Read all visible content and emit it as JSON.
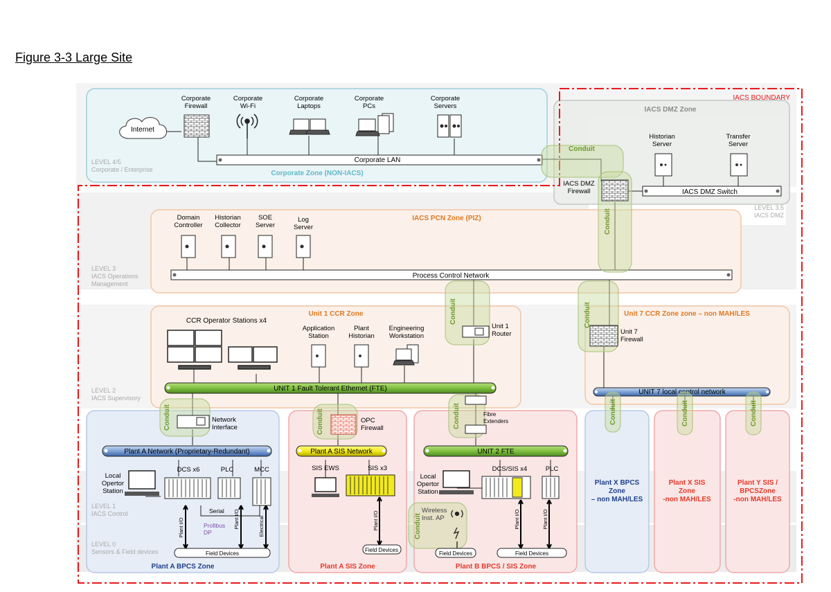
{
  "figure_title": "Figure 3-3 Large Site",
  "boundary": {
    "label": "IACS BOUNDARY"
  },
  "levels": {
    "l45": [
      "LEVEL 4/5",
      "Corporate / Enterprise"
    ],
    "l35": [
      "LEVEL 3.5",
      "IACS DMZ"
    ],
    "l3": [
      "LEVEL 3",
      "IACS Operations",
      "Management"
    ],
    "l2": [
      "LEVEL 2",
      "IACS Supervisory"
    ],
    "l1": [
      "LEVEL 1",
      "IACS Control"
    ],
    "l0": [
      "LEVEL 0",
      "Sensors & Field devices"
    ]
  },
  "zones": {
    "corporate": "Corporate Zone (NON-IACS)",
    "dmz": "IACS DMZ Zone",
    "pcn": "IACS PCN Zone (PIZ)",
    "unit1": "Unit 1 CCR Zone",
    "unit7": "Unit 7 CCR Zone  zone – non MAH/LES",
    "plant_a_bpcs": "Plant A BPCS Zone",
    "plant_a_sis": "Plant A  SIS Zone",
    "plant_b": "Plant B BPCS / SIS Zone",
    "plant_x_bpcs": [
      "Plant X BPCS",
      "Zone",
      "– non MAH/LES"
    ],
    "plant_x_sis": [
      "Plant X SIS",
      "Zone",
      "-non MAH/LES"
    ],
    "plant_y": [
      "Plant Y SIS /",
      "BPCSZone",
      "-non MAH/LES"
    ]
  },
  "corporate": {
    "internet": "Internet",
    "firewall": [
      "Corporate",
      "Firewall"
    ],
    "wifi": [
      "Corporate",
      "Wi-Fi"
    ],
    "laptops": [
      "Corporate",
      "Laptops"
    ],
    "pcs": [
      "Corporate",
      "PCs"
    ],
    "servers": [
      "Corporate",
      "Servers"
    ],
    "lan": "Corporate LAN"
  },
  "dmz": {
    "historian": [
      "Historian",
      "Server"
    ],
    "transfer": [
      "Transfer",
      "Server"
    ],
    "firewall": [
      "IACS DMZ",
      "Firewall"
    ],
    "switch": "IACS DMZ Switch"
  },
  "pcn": {
    "domain": [
      "Domain",
      "Controller"
    ],
    "historian": [
      "Historian",
      "Collector"
    ],
    "soe": [
      "SOE",
      "Server"
    ],
    "log": [
      "Log",
      "Server"
    ],
    "network": "Process Control Network"
  },
  "unit1": {
    "ccr_stations": "CCR Operator Stations x4",
    "app_station": [
      "Application",
      "Station"
    ],
    "plant_historian": [
      "Plant",
      "Historian"
    ],
    "eng_ws": [
      "Engineering",
      "Workstation"
    ],
    "router": [
      "Unit 1",
      "Router"
    ],
    "fte": "UNIT 1 Fault Tolerant Ethernet (FTE)"
  },
  "unit7": {
    "firewall": [
      "Unit 7",
      "Firewall"
    ],
    "network": "UNIT 7 local control network"
  },
  "conduit_label": "Conduit",
  "plant_a": {
    "net_interface": [
      "Network",
      "Interface"
    ],
    "network": "Plant A Network (Proprietary-Redundant)",
    "local_station": [
      "Local",
      "Opertor",
      "Station"
    ],
    "dcs": "DCS x6",
    "plc": "PLC",
    "mcc": "MCC",
    "serial": "Serial",
    "profibus": [
      "Profibus",
      "DP"
    ],
    "plant_io": "Plant I/O",
    "electrical": "Electrical",
    "field_devices": "Field Devices"
  },
  "plant_a_sis": {
    "opc_firewall": [
      "OPC",
      "Firewall"
    ],
    "network": "Plant A SIS Network",
    "sis_ews": "SIS EWS",
    "sis": "SIS x3",
    "plant_io": "Plant I/O",
    "field_devices": "Field Devices"
  },
  "plant_b": {
    "fibre": [
      "Fibre",
      "Extenders"
    ],
    "fte": "UNIT 2 FTE",
    "local_station": [
      "Local",
      "Opertor",
      "Station"
    ],
    "dcs_sis": "DCS/SIS x4",
    "plc": "PLC",
    "wireless": [
      "Wireless",
      "Inst. AP"
    ],
    "plant_io": "Plant I/O",
    "field_devices": "Field Devices"
  },
  "colors": {
    "boundary_red": "#e8191b",
    "corporate_blue": "#5fb8c8",
    "pcn_orange": "#e07820",
    "conduit_green": "#6f9a2e",
    "fte_green": "#7fbf3f",
    "plant_blue_net": "#5a87c6",
    "sis_yellow": "#f2ea1d",
    "zone_red_text": "#e23a2a",
    "zone_navy_text": "#1f3f8c"
  }
}
